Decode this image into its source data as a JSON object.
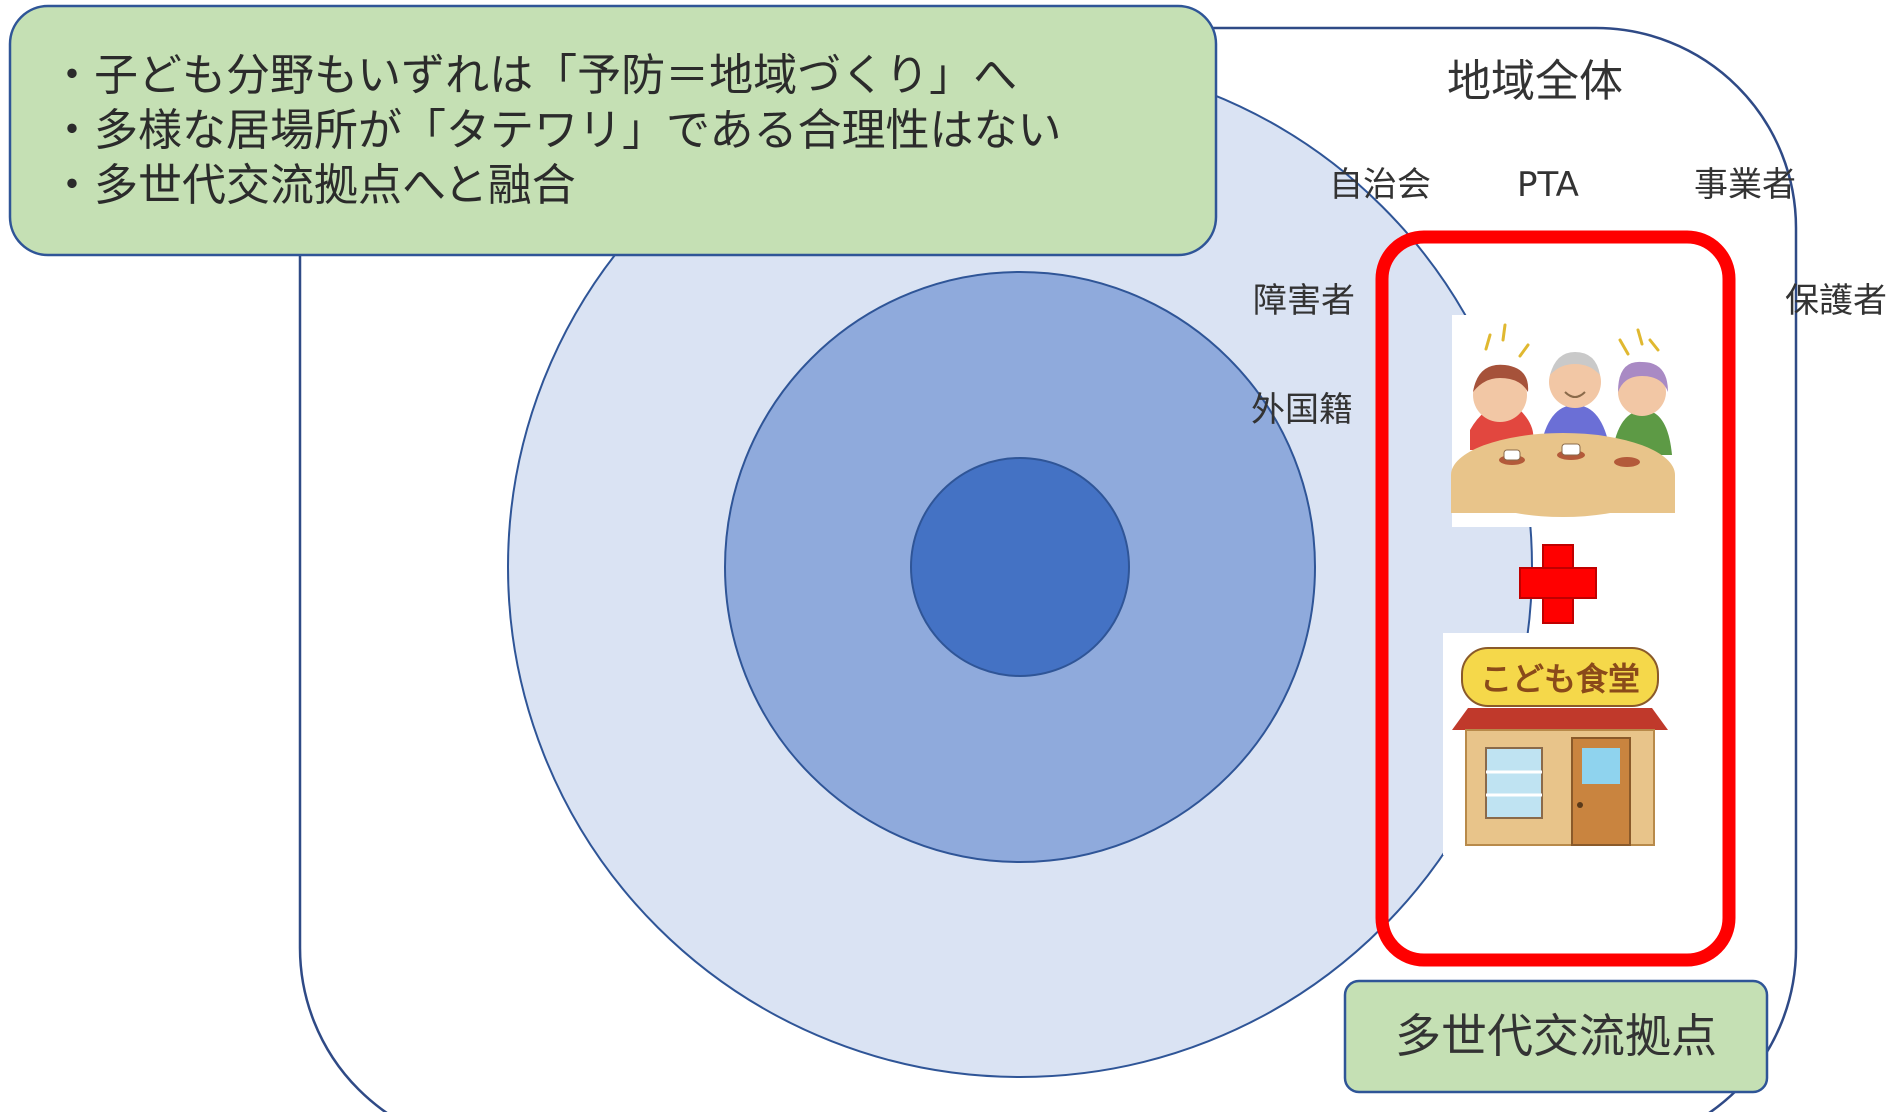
{
  "colors": {
    "outer_region_stroke": "#2f4a86",
    "circle_outer_fill": "#dae3f3",
    "circle_middle_fill": "#8faadc",
    "circle_inner_fill": "#4472c4",
    "circle_stroke": "#2f5597",
    "callout_fill": "#c5e0b4",
    "callout_stroke": "#2f5597",
    "highlight_stroke": "#ff0000",
    "plus_fill": "#ff0000"
  },
  "callout": {
    "lines": [
      "・子ども分野もいずれは「予防＝地域づくり」へ",
      "・多様な居場所が「タテワリ」である合理性はない",
      "・多世代交流拠点へと融合"
    ]
  },
  "region_label": "地域全体",
  "stakeholders": {
    "jichikai": "自治会",
    "pta": "PTA",
    "jigyosha": "事業者",
    "shogaisha": "障害者",
    "hogosha": "保護者",
    "gaikokuseki": "外国籍"
  },
  "hub_label": "多世代交流拠点",
  "icons": {
    "elderly": "elderly-people-tea-illustration",
    "plus": "plus-icon",
    "shop": "kodomo-shokudo-shop-illustration"
  },
  "shop_sign": "こども食堂"
}
